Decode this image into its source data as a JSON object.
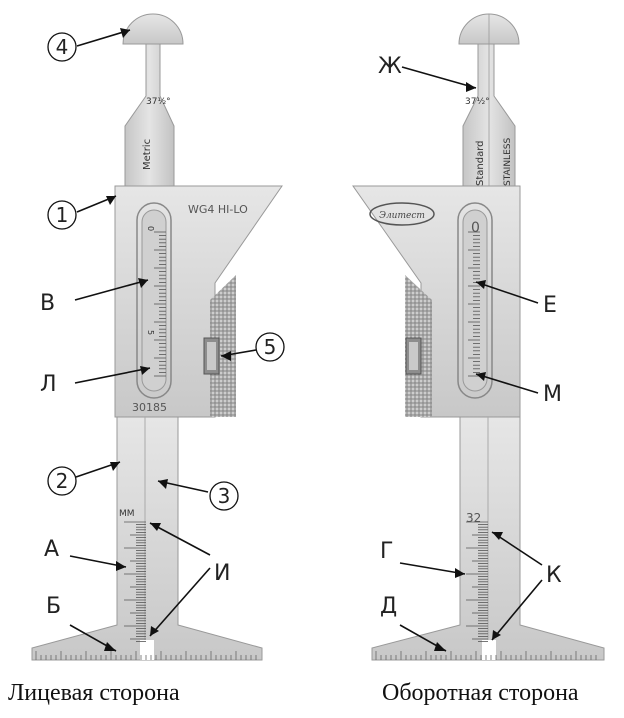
{
  "left_gauge": {
    "model": "WG4 HI-LO",
    "serial": "30185",
    "scale_label": "Metric",
    "angle": "37½°",
    "unit": "MM",
    "slot_digits": [
      "0",
      "5"
    ]
  },
  "right_gauge": {
    "logo": "Элитест",
    "scale_label": "Standard",
    "material": "STAINLESS",
    "angle": "37½°",
    "scale_number": "32",
    "slot_digit": "0"
  },
  "labels": {
    "n1": "1",
    "n2": "2",
    "n3": "3",
    "n4": "4",
    "n5": "5",
    "A": "А",
    "B": "Б",
    "V": "В",
    "L": "Л",
    "I": "И",
    "ZH": "Ж",
    "E": "Е",
    "M": "М",
    "G": "Г",
    "D": "Д",
    "K": "К"
  },
  "captions": {
    "front": "Лицевая сторона",
    "back": "Оборотная сторона"
  },
  "colors": {
    "metal": "#d8d8d8",
    "metal_dark": "#9a9a9a",
    "knurl": "#b0b0b0",
    "text": "#222222"
  }
}
